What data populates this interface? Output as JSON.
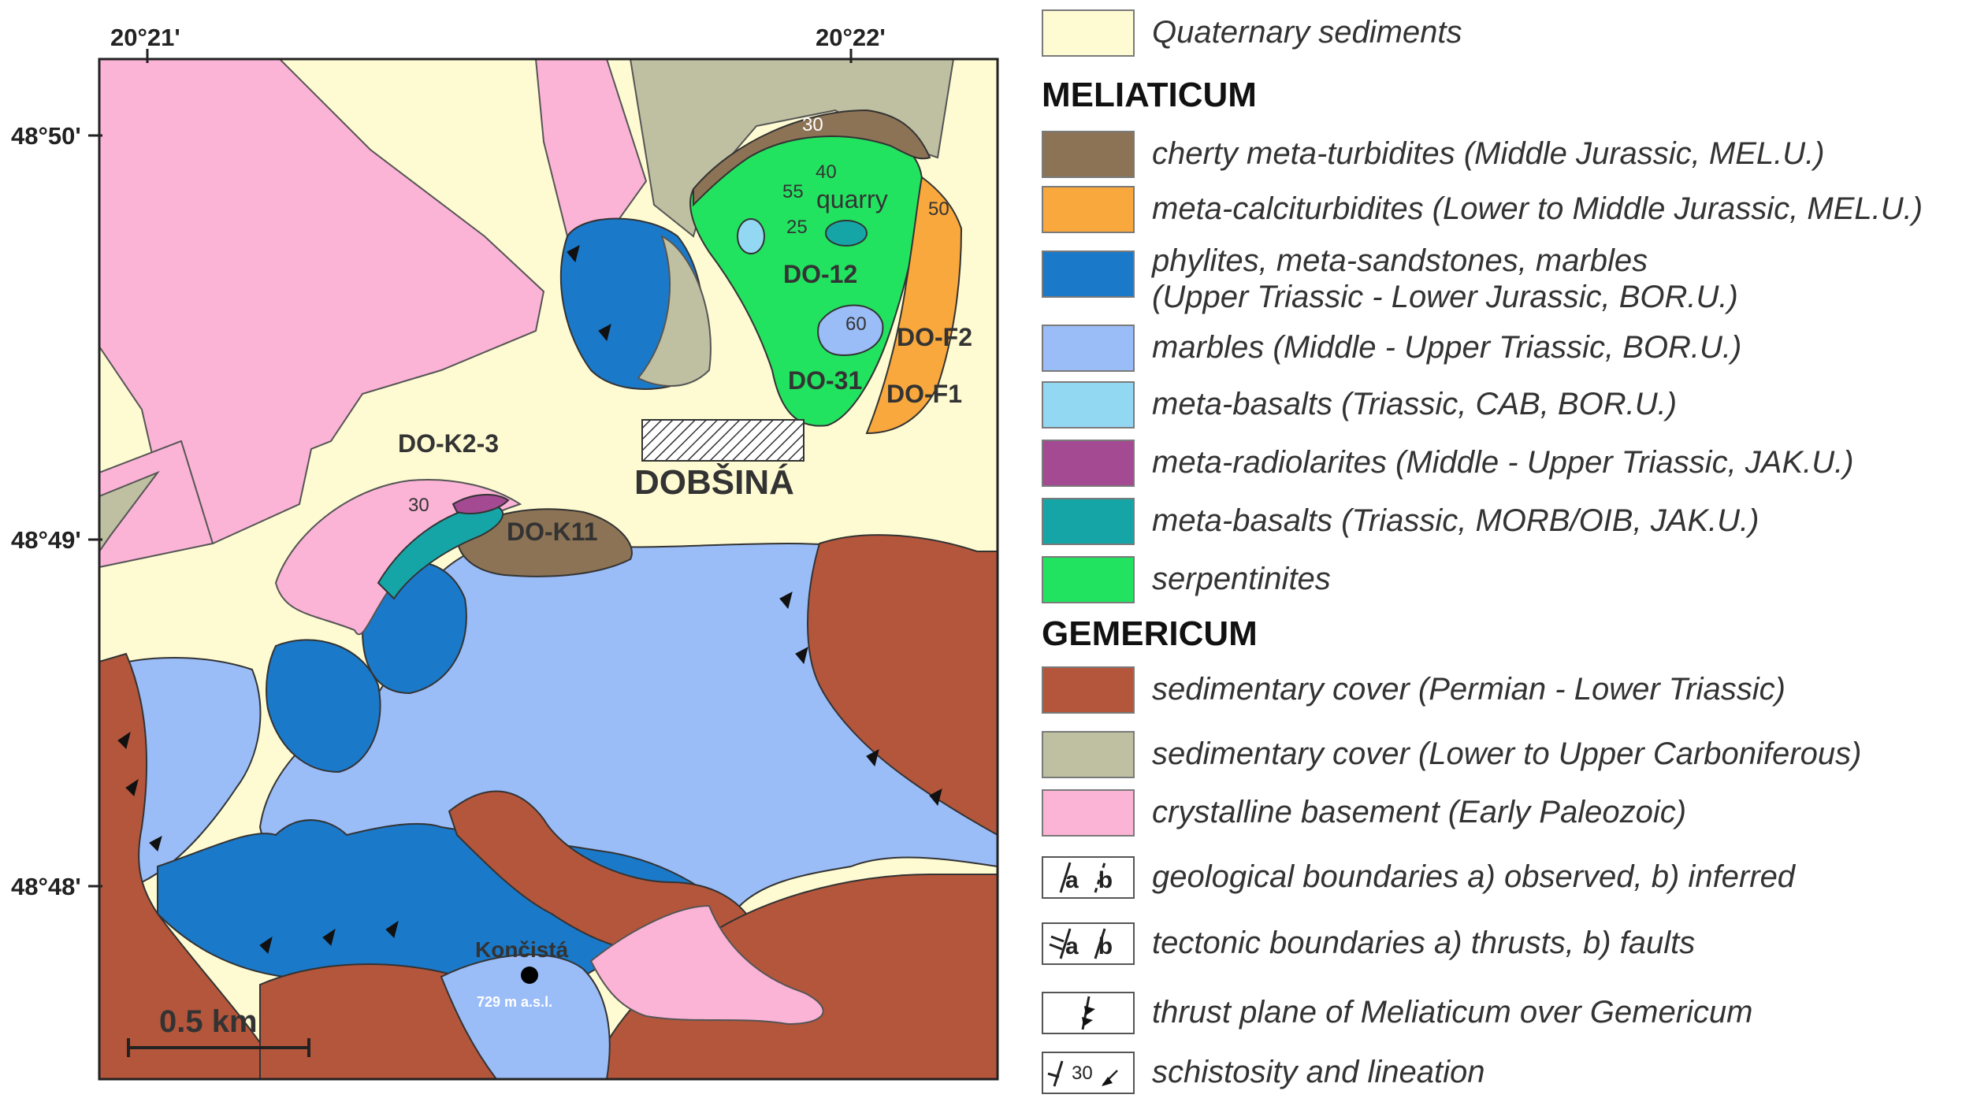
{
  "map": {
    "coords": {
      "lon_left": "20°21'",
      "lon_right": "20°22'",
      "lat_top": "48°50'",
      "lat_mid": "48°49'",
      "lat_bottom": "48°48'"
    },
    "town": "DOBŠINÁ",
    "samples": {
      "do12": "DO-12",
      "do31": "DO-31",
      "dof2": "DO-F2",
      "dof1": "DO-F1",
      "dok23": "DO-K2-3",
      "dok11": "DO-K11"
    },
    "quarry": "quarry",
    "numbers": {
      "n30a": "30",
      "n40": "40",
      "n55": "55",
      "n25": "25",
      "n50": "50",
      "n60": "60",
      "n30b": "30"
    },
    "peak": {
      "name": "Končistá",
      "elevation": "729 m a.s.l."
    },
    "scale_label": "0.5 km"
  },
  "legend": {
    "items": [
      {
        "label": "Quaternary sediments",
        "color": "#fefbd2"
      },
      {
        "label": "cherty meta-turbidites (Middle Jurassic, MEL.U.)",
        "color": "#8c7355"
      },
      {
        "label": "meta-calciturbidites (Lower to Middle Jurassic, MEL.U.)",
        "color": "#f8a83c"
      },
      {
        "label": "phylites, meta-sandstones, marbles",
        "label2": "(Upper Triassic - Lower Jurassic, BOR.U.)",
        "color": "#1b79c9"
      },
      {
        "label": "marbles (Middle - Upper Triassic, BOR.U.)",
        "color": "#9abcf7"
      },
      {
        "label": "meta-basalts (Triassic, CAB, BOR.U.)",
        "color": "#93d8f2"
      },
      {
        "label": "meta-radiolarites (Middle - Upper Triassic, JAK.U.)",
        "color": "#a44a93"
      },
      {
        "label": "meta-basalts (Triassic, MORB/OIB, JAK.U.)",
        "color": "#16a5a6"
      },
      {
        "label": "serpentinites",
        "color": "#22e360"
      },
      {
        "label": "sedimentary cover  (Permian - Lower Triassic)",
        "color": "#b4563b"
      },
      {
        "label": "sedimentary cover  (Lower to Upper Carboniferous)",
        "color": "#bfbfa1"
      },
      {
        "label": "crystalline basement (Early Paleozoic)",
        "color": "#fbb3d6"
      },
      {
        "label": "geological boundaries a) observed, b) inferred",
        "sym": "a   b"
      },
      {
        "label": "tectonic boundaries a) thrusts, b) faults",
        "sym": "a   b"
      },
      {
        "label": "thrust plane of Meliaticum over Gemericum"
      },
      {
        "label": "schistosity and lineation",
        "sym": "30"
      }
    ],
    "headings": {
      "meliaticum": "MELIATICUM",
      "gemericum": "GEMERICUM"
    }
  }
}
